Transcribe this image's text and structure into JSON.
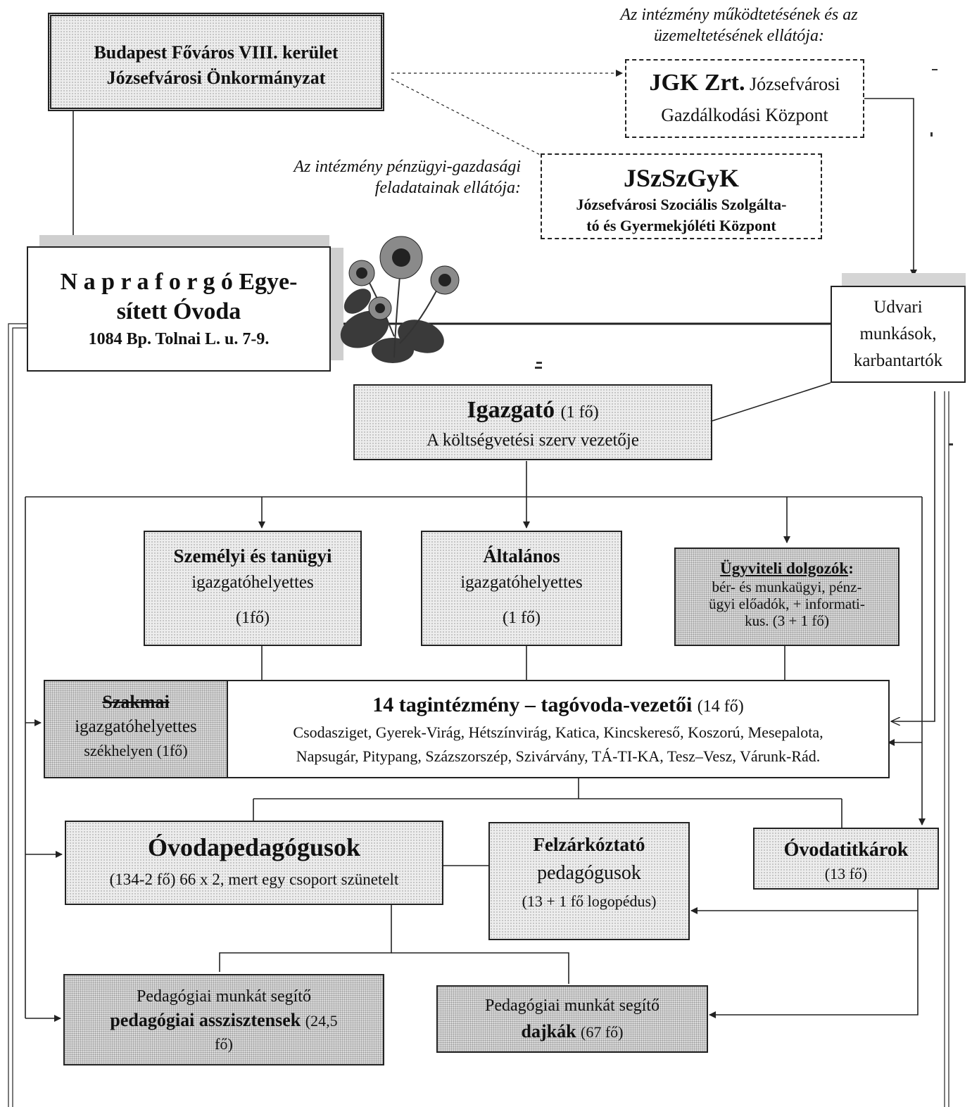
{
  "maintainer_heading": "Az intézmény működtetésének és az üzemeltetésének ellátója:",
  "finance_heading": "Az intézmény pénzügyi-gazdasági feladatainak ellátója:",
  "owner": {
    "line1": "Budapest Főváros VIII. kerület",
    "line2": "Józsefvárosi Önkormányzat"
  },
  "jgk": {
    "bold": "JGK Zrt.",
    "rest": "Józsefvárosi",
    "line2": "Gazdálkodási Központ"
  },
  "jszszgyk": {
    "title": "JSzSzGyK",
    "line1": "Józsefvárosi Szociális Szolgálta-",
    "line2": "tó és Gyermekjóléti Központ"
  },
  "napraforgo": {
    "line1": "N a p r a f o r g ó Egye-",
    "line2": "sített Óvoda",
    "address": "1084 Bp. Tolnai L. u. 7-9."
  },
  "udvari": {
    "line1": "Udvari",
    "line2": "munkások,",
    "line3": "karbantartók"
  },
  "igazgato": {
    "title": "Igazgató",
    "count": "(1 fő)",
    "desc": "A költségvetési szerv vezetője"
  },
  "szemelyi": {
    "title": "Személyi és tanügyi",
    "sub": "igazgatóhelyettes",
    "count": "(1fő)"
  },
  "altalanos": {
    "title": "Általános",
    "sub": "igazgatóhelyettes",
    "count": "(1 fő)"
  },
  "ugyviteli": {
    "title": "Ügyviteli dolgozók",
    "colon": ":",
    "line1": "bér- és munkaügyi, pénz-",
    "line2": "ügyi előadók, + informati-",
    "line3": "kus. (3 + 1 fő)"
  },
  "szakmai": {
    "title": "Szakmai",
    "sub": "igazgatóhelyettes",
    "count": "székhelyen (1fő)"
  },
  "tagintezmeny": {
    "title": "14 tagintézmény – tagóvoda-vezetői",
    "count": "(14 fő)",
    "line1": "Csodasziget, Gyerek-Virág, Hétszínvirág, Katica, Kincskereső, Koszorú, Mesepalota,",
    "line2": "Napsugár, Pitypang, Százszorszép, Szivárvány, TÁ-TI-KA, Tesz–Vesz, Várunk-Rád."
  },
  "ovodapedagogusok": {
    "title": "Óvodapedagógusok",
    "count": "(134-2 fő) 66 x 2, mert egy csoport szünetelt"
  },
  "felzarkoztato": {
    "title": "Felzárkóztató",
    "sub": "pedagógusok",
    "count": "(13 + 1 fő logopédus)"
  },
  "ovodatitkarok": {
    "title": "Óvodatitkárok",
    "count": "(13 fő)"
  },
  "asszisztensek": {
    "line1": "Pedagógiai munkát segítő",
    "title": "pedagógiai asszisztensek",
    "count_a": "(24,5",
    "count_b": "fő)"
  },
  "dajkak": {
    "line1": "Pedagógiai munkát segítő",
    "title": "dajkák",
    "count": "(67 fő)"
  }
}
